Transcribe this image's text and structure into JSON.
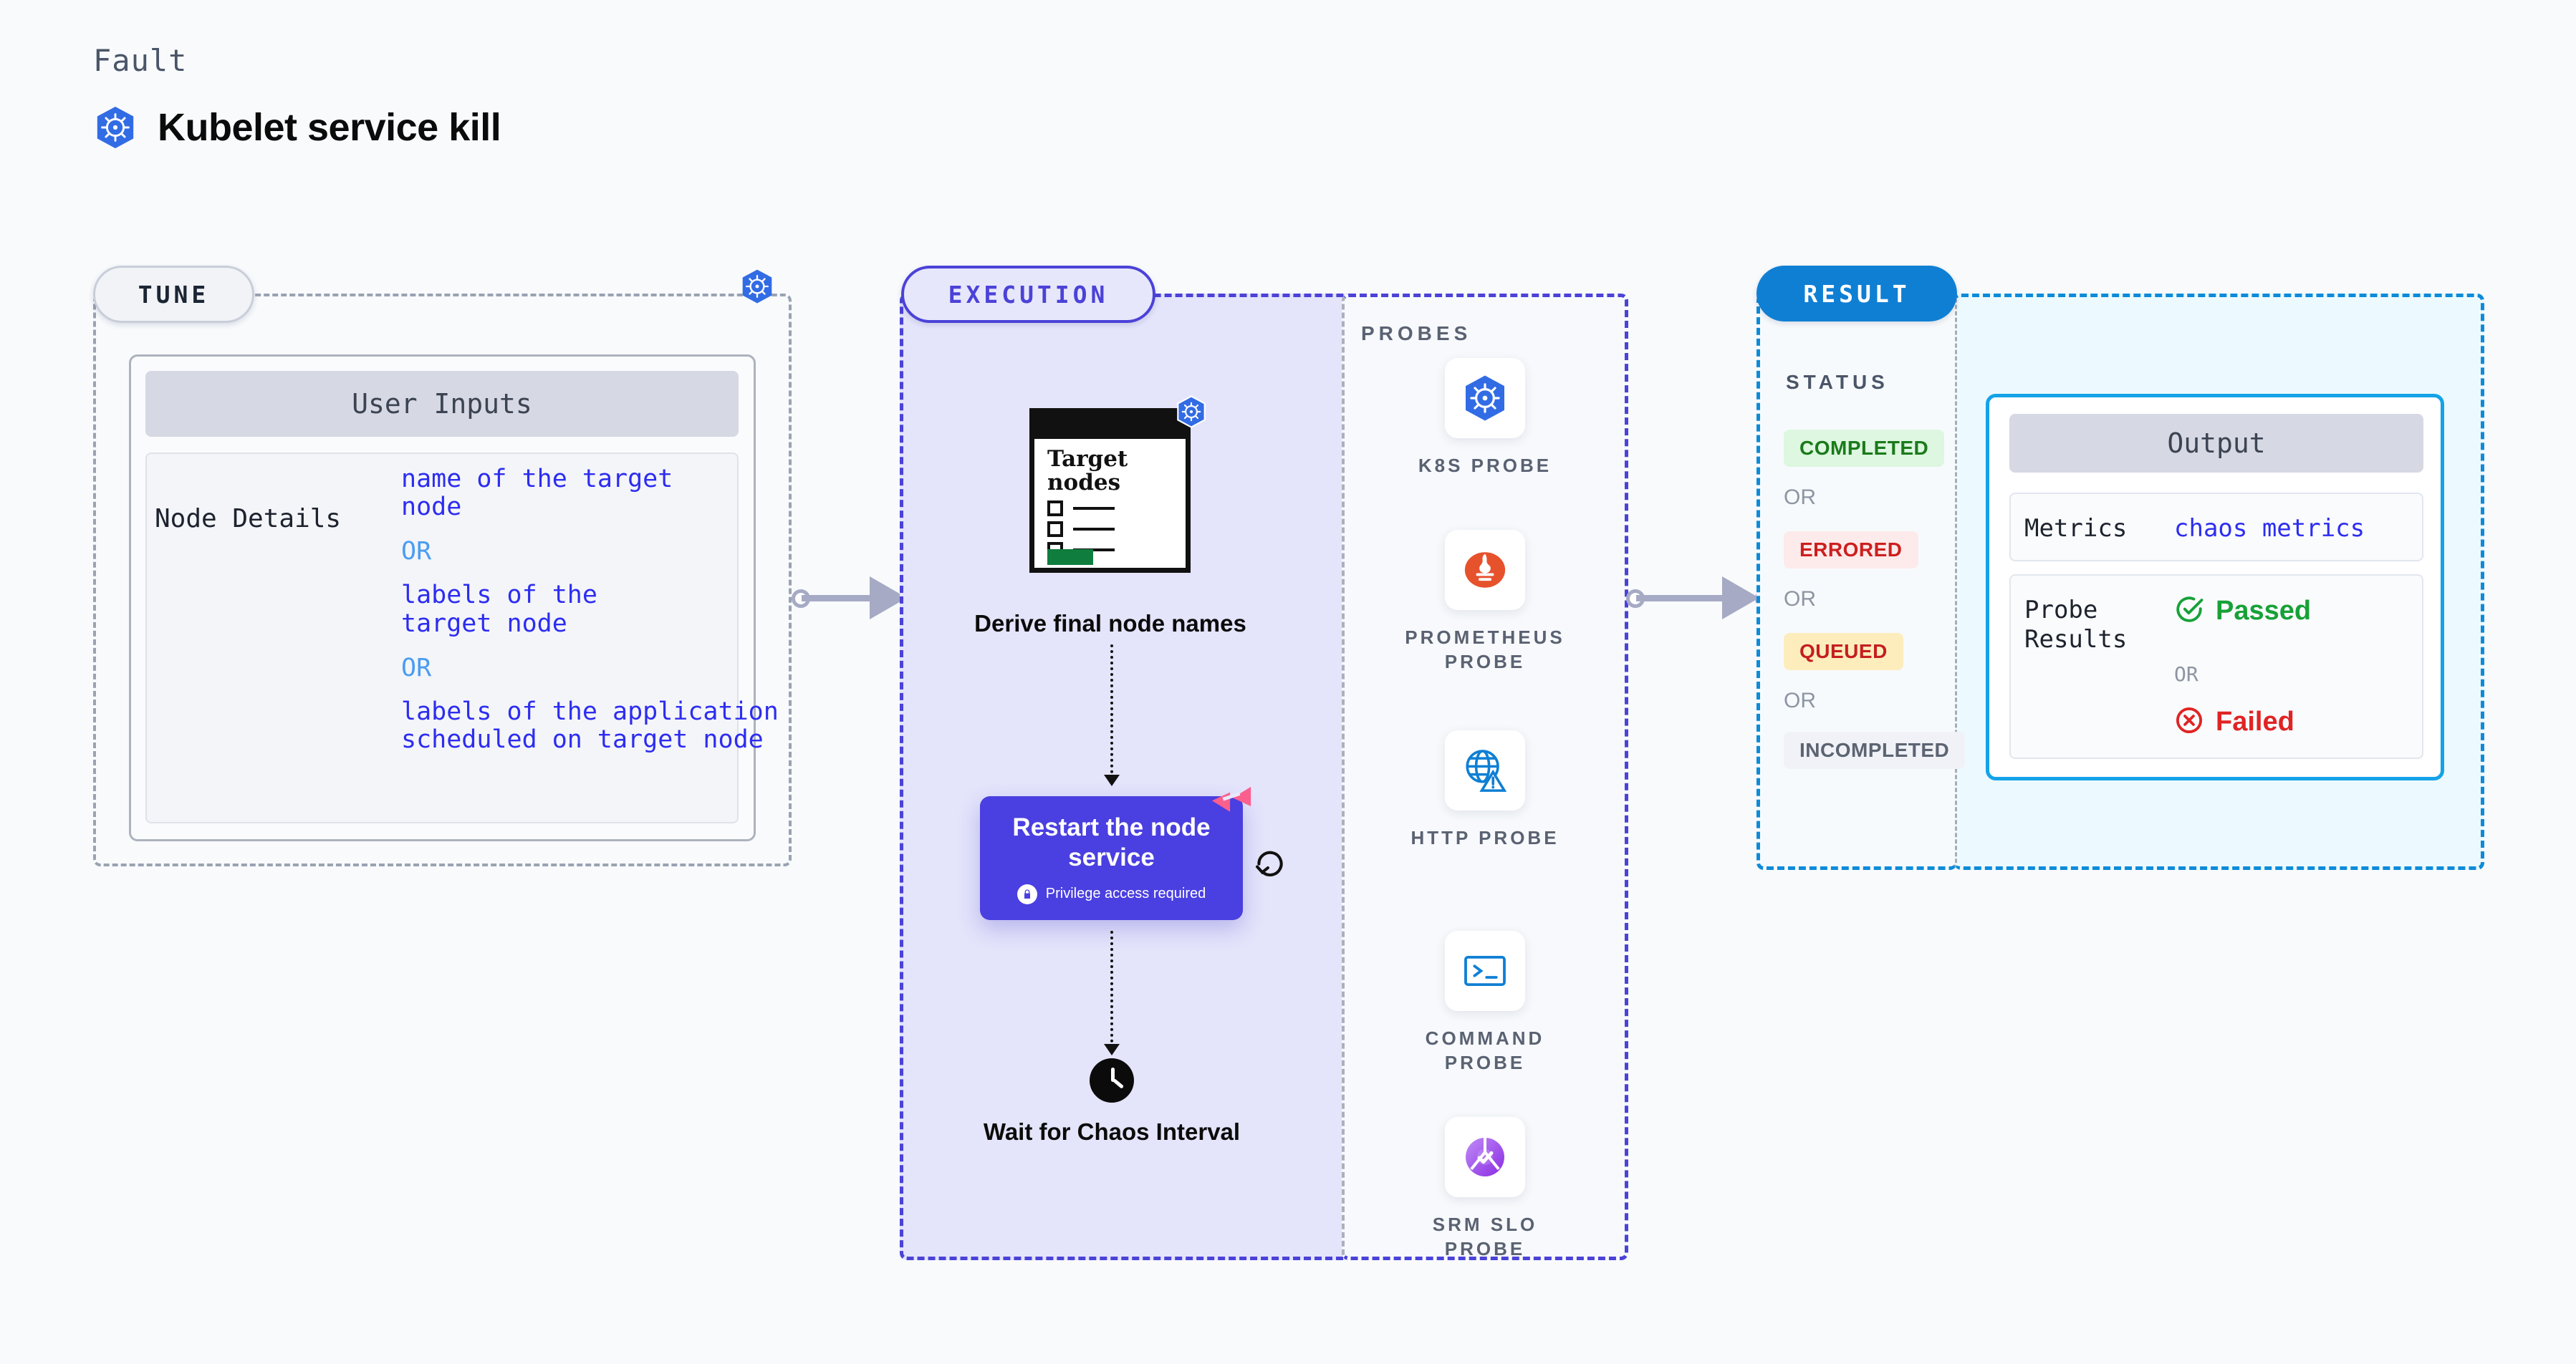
{
  "header": {
    "eyebrow": "Fault",
    "title": "Kubelet service kill",
    "icon": "kubernetes-icon"
  },
  "tune": {
    "badge": "TUNE",
    "corner_icon": "kubernetes-icon",
    "card": {
      "head": "User Inputs",
      "rows": [
        {
          "key": "Node Details",
          "values": [
            "name of the target\nnode",
            "labels of the\ntarget node",
            "labels of the application\n scheduled on target node"
          ],
          "separator": "OR"
        }
      ]
    }
  },
  "execution": {
    "badge": "EXECUTION",
    "steps": [
      {
        "name": "derive-final-node-names",
        "label": "Derive final node names",
        "doc_title": "Target nodes",
        "icon": "kubernetes-icon"
      },
      {
        "name": "restart-node-service",
        "title": "Restart the node service",
        "subtitle": "Privilege access required",
        "lock_icon": "lock-icon",
        "chaos_icon": "harness-chaos-icon",
        "loop_icon": "loop-icon"
      },
      {
        "name": "wait-for-chaos-interval",
        "label": "Wait for Chaos Interval",
        "icon": "clock-icon"
      }
    ]
  },
  "probes": {
    "title": "PROBES",
    "items": [
      {
        "label": "K8S  PROBE",
        "icon": "kubernetes-icon"
      },
      {
        "label": "PROMETHEUS PROBE",
        "icon": "prometheus-icon"
      },
      {
        "label": "HTTP  PROBE",
        "icon": "globe-warning-icon"
      },
      {
        "label": "COMMAND PROBE",
        "icon": "terminal-icon"
      },
      {
        "label": "SRM SLO PROBE",
        "icon": "srm-slo-icon"
      }
    ]
  },
  "result": {
    "badge": "RESULT",
    "status_label": "STATUS",
    "or": "OR",
    "statuses": [
      {
        "label": "COMPLETED",
        "bg": "#ddf7e0",
        "color": "#1b7a1b"
      },
      {
        "label": "ERRORED",
        "bg": "#fdeaea",
        "color": "#cc1f1f"
      },
      {
        "label": "QUEUED",
        "bg": "#fdedbd",
        "color": "#c41f1f"
      },
      {
        "label": "INCOMPLETED",
        "bg": "#f1f2f7",
        "color": "#5c6472"
      }
    ],
    "output": {
      "head": "Output",
      "metrics_key": "Metrics",
      "metrics_value": "chaos metrics",
      "probe_key": "Probe\nResults",
      "passed": "Passed",
      "failed": "Failed",
      "or": "OR",
      "passed_icon": "check-circle-icon",
      "failed_icon": "x-circle-icon"
    }
  },
  "colors": {
    "canvas": "#f8fafc",
    "execution_accent": "#4b42d8",
    "result_accent": "#0f7fd4",
    "tune_accent": "#c8ced9",
    "action_card": "#4a3fe0",
    "chaos_pink": "#fb5f8d"
  }
}
